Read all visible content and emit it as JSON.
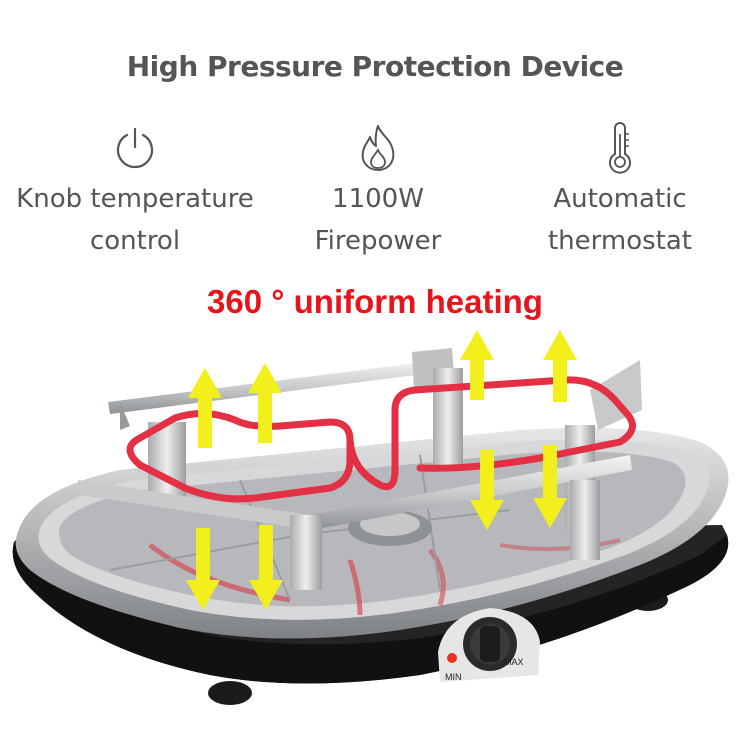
{
  "title": "High Pressure Protection Device",
  "features": [
    {
      "icon": "power-icon",
      "line1": "Knob temperature",
      "line2": "control"
    },
    {
      "icon": "flame-icon",
      "line1": "1100W",
      "line2": "Firepower"
    },
    {
      "icon": "thermometer-icon",
      "line1": "Automatic",
      "line2": "thermostat"
    }
  ],
  "heating_label": "360 ° uniform heating",
  "knob": {
    "min_label": "MIN",
    "max_label": "MAX"
  },
  "colors": {
    "title": "#555555",
    "accent_red": "#e8141c",
    "arrow_yellow": "#f2ef1c",
    "element_red": "#e43044"
  }
}
